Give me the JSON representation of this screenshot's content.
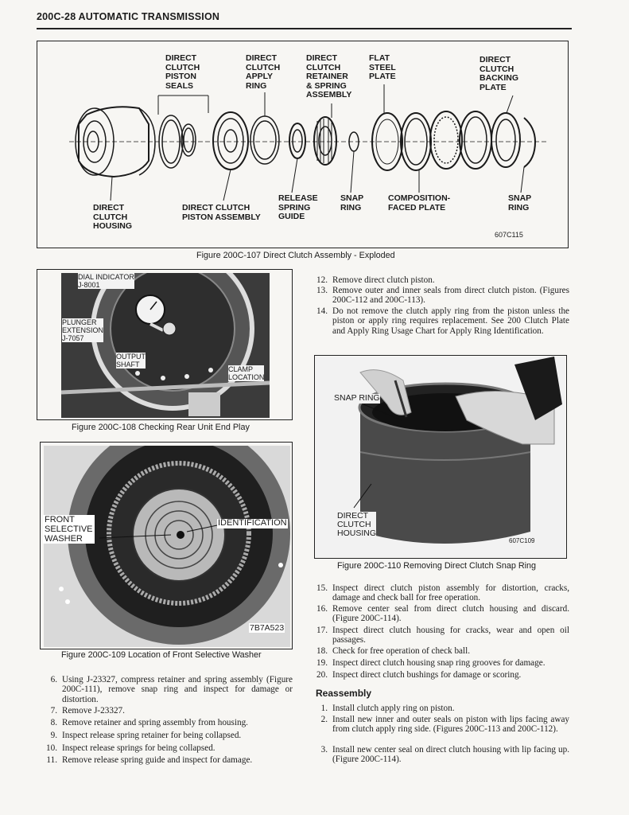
{
  "header": {
    "title": "200C-28 AUTOMATIC TRANSMISSION"
  },
  "fig107": {
    "caption": "Figure 200C-107 Direct Clutch Assembly - Exploded",
    "code": "607C115",
    "labels": {
      "piston_seals": "DIRECT\nCLUTCH\nPISTON\nSEALS",
      "apply_ring": "DIRECT\nCLUTCH\nAPPLY\nRING",
      "retainer": "DIRECT\nCLUTCH\nRETAINER\n& SPRING\nASSEMBLY",
      "flat_plate": "FLAT\nSTEEL\nPLATE",
      "backing_plate": "DIRECT\nCLUTCH\nBACKING\nPLATE",
      "housing": "DIRECT\nCLUTCH\nHOUSING",
      "piston_assembly": "DIRECT CLUTCH\nPISTON ASSEMBLY",
      "spring_guide": "RELEASE\nSPRING\nGUIDE",
      "snap_ring_left": "SNAP\nRING",
      "composition_plate": "COMPOSITION-\nFACED PLATE",
      "snap_ring_right": "SNAP\nRING"
    }
  },
  "fig108": {
    "caption": "Figure 200C-108 Checking Rear Unit End Play",
    "labels": {
      "dial": "DIAL INDICATOR\nJ-8001",
      "plunger": "PLUNGER\nEXTENSION\nJ-7057",
      "output": "OUTPUT\nSHAFT",
      "clamp": "CLAMP\nLOCATION"
    }
  },
  "fig109": {
    "caption": "Figure 200C-109 Location of Front Selective Washer",
    "code": "7B7A523",
    "labels": {
      "washer": "FRONT\nSELECTIVE\nWASHER",
      "identification": "IDENTIFICATION"
    }
  },
  "fig110": {
    "caption": "Figure 200C-110 Removing Direct Clutch Snap Ring",
    "code": "607C109",
    "labels": {
      "snap_ring": "SNAP RING",
      "housing": "DIRECT\nCLUTCH\nHOUSING"
    }
  },
  "left_steps": [
    {
      "n": "6.",
      "t": "Using J-23327, compress retainer and spring assembly (Figure 200C-111), remove snap ring and inspect for damage or distortion."
    },
    {
      "n": "7.",
      "t": "Remove J-23327."
    },
    {
      "n": "8.",
      "t": "Remove retainer and spring assembly from housing."
    },
    {
      "n": "9.",
      "t": "Inspect release spring retainer for being collapsed."
    },
    {
      "n": "10.",
      "t": "Inspect release springs for being collapsed."
    },
    {
      "n": "11.",
      "t": "Remove release spring guide and inspect for damage."
    }
  ],
  "right_steps_top": [
    {
      "n": "12.",
      "t": "Remove direct clutch piston."
    },
    {
      "n": "13.",
      "t": "Remove outer and inner seals from direct clutch piston. (Figures 200C-112 and 200C-113)."
    },
    {
      "n": "14.",
      "t": "Do not remove the clutch apply ring from the piston unless the piston or apply ring requires replacement. See 200 Clutch Plate and Apply Ring Usage Chart for Apply Ring Identification."
    }
  ],
  "right_steps_mid": [
    {
      "n": "15.",
      "t": "Inspect direct clutch piston assembly for distortion, cracks, damage and check ball for free operation."
    },
    {
      "n": "16.",
      "t": "Remove center seal from direct clutch housing and discard. (Figure 200C-114)."
    },
    {
      "n": "17.",
      "t": "Inspect direct clutch housing for cracks, wear and open oil passages."
    },
    {
      "n": "18.",
      "t": "Check for free operation of check ball."
    },
    {
      "n": "19.",
      "t": "Inspect direct clutch housing snap ring grooves for damage."
    },
    {
      "n": "20.",
      "t": "Inspect direct clutch bushings for damage or scoring."
    }
  ],
  "reassembly": {
    "heading": "Reassembly",
    "steps": [
      {
        "n": "1.",
        "t": "Install clutch apply ring on piston."
      },
      {
        "n": "2.",
        "t": "Install new inner and outer seals on piston with lips facing away from clutch apply ring side. (Figures 200C-113 and 200C-112)."
      },
      {
        "n": "3.",
        "t": "Install new center seal on direct clutch housing with lip facing up. (Figure 200C-114)."
      }
    ]
  }
}
